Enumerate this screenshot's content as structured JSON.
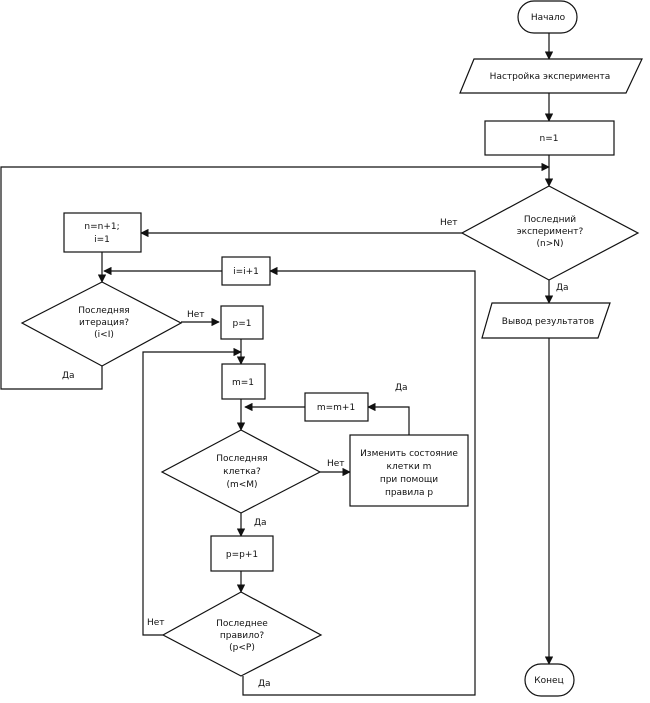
{
  "nodes": {
    "start": "Начало",
    "setup": "Настройка эксперимента",
    "n_init": "n=1",
    "last_exp": [
      "Последний",
      "эксперимент?",
      "(n>N)"
    ],
    "n_inc": [
      "n=n+1;",
      "i=1"
    ],
    "output": "Вывод результатов",
    "i_inc": "i=i+1",
    "last_iter": [
      "Последняя",
      "итерация?",
      "(i<I)"
    ],
    "p_init": "p=1",
    "m_init": "m=1",
    "m_inc": "m=m+1",
    "last_cell": [
      "Последняя",
      "клетка?",
      "(m<M)"
    ],
    "change_state": [
      "Изменить состояние",
      "клетки m",
      "при помощи",
      "правила p"
    ],
    "p_inc": "p=p+1",
    "last_rule": [
      "Последнее",
      "правило?",
      "(p<P)"
    ],
    "end": "Конец"
  },
  "labels": {
    "no": "Нет",
    "yes": "Да"
  }
}
